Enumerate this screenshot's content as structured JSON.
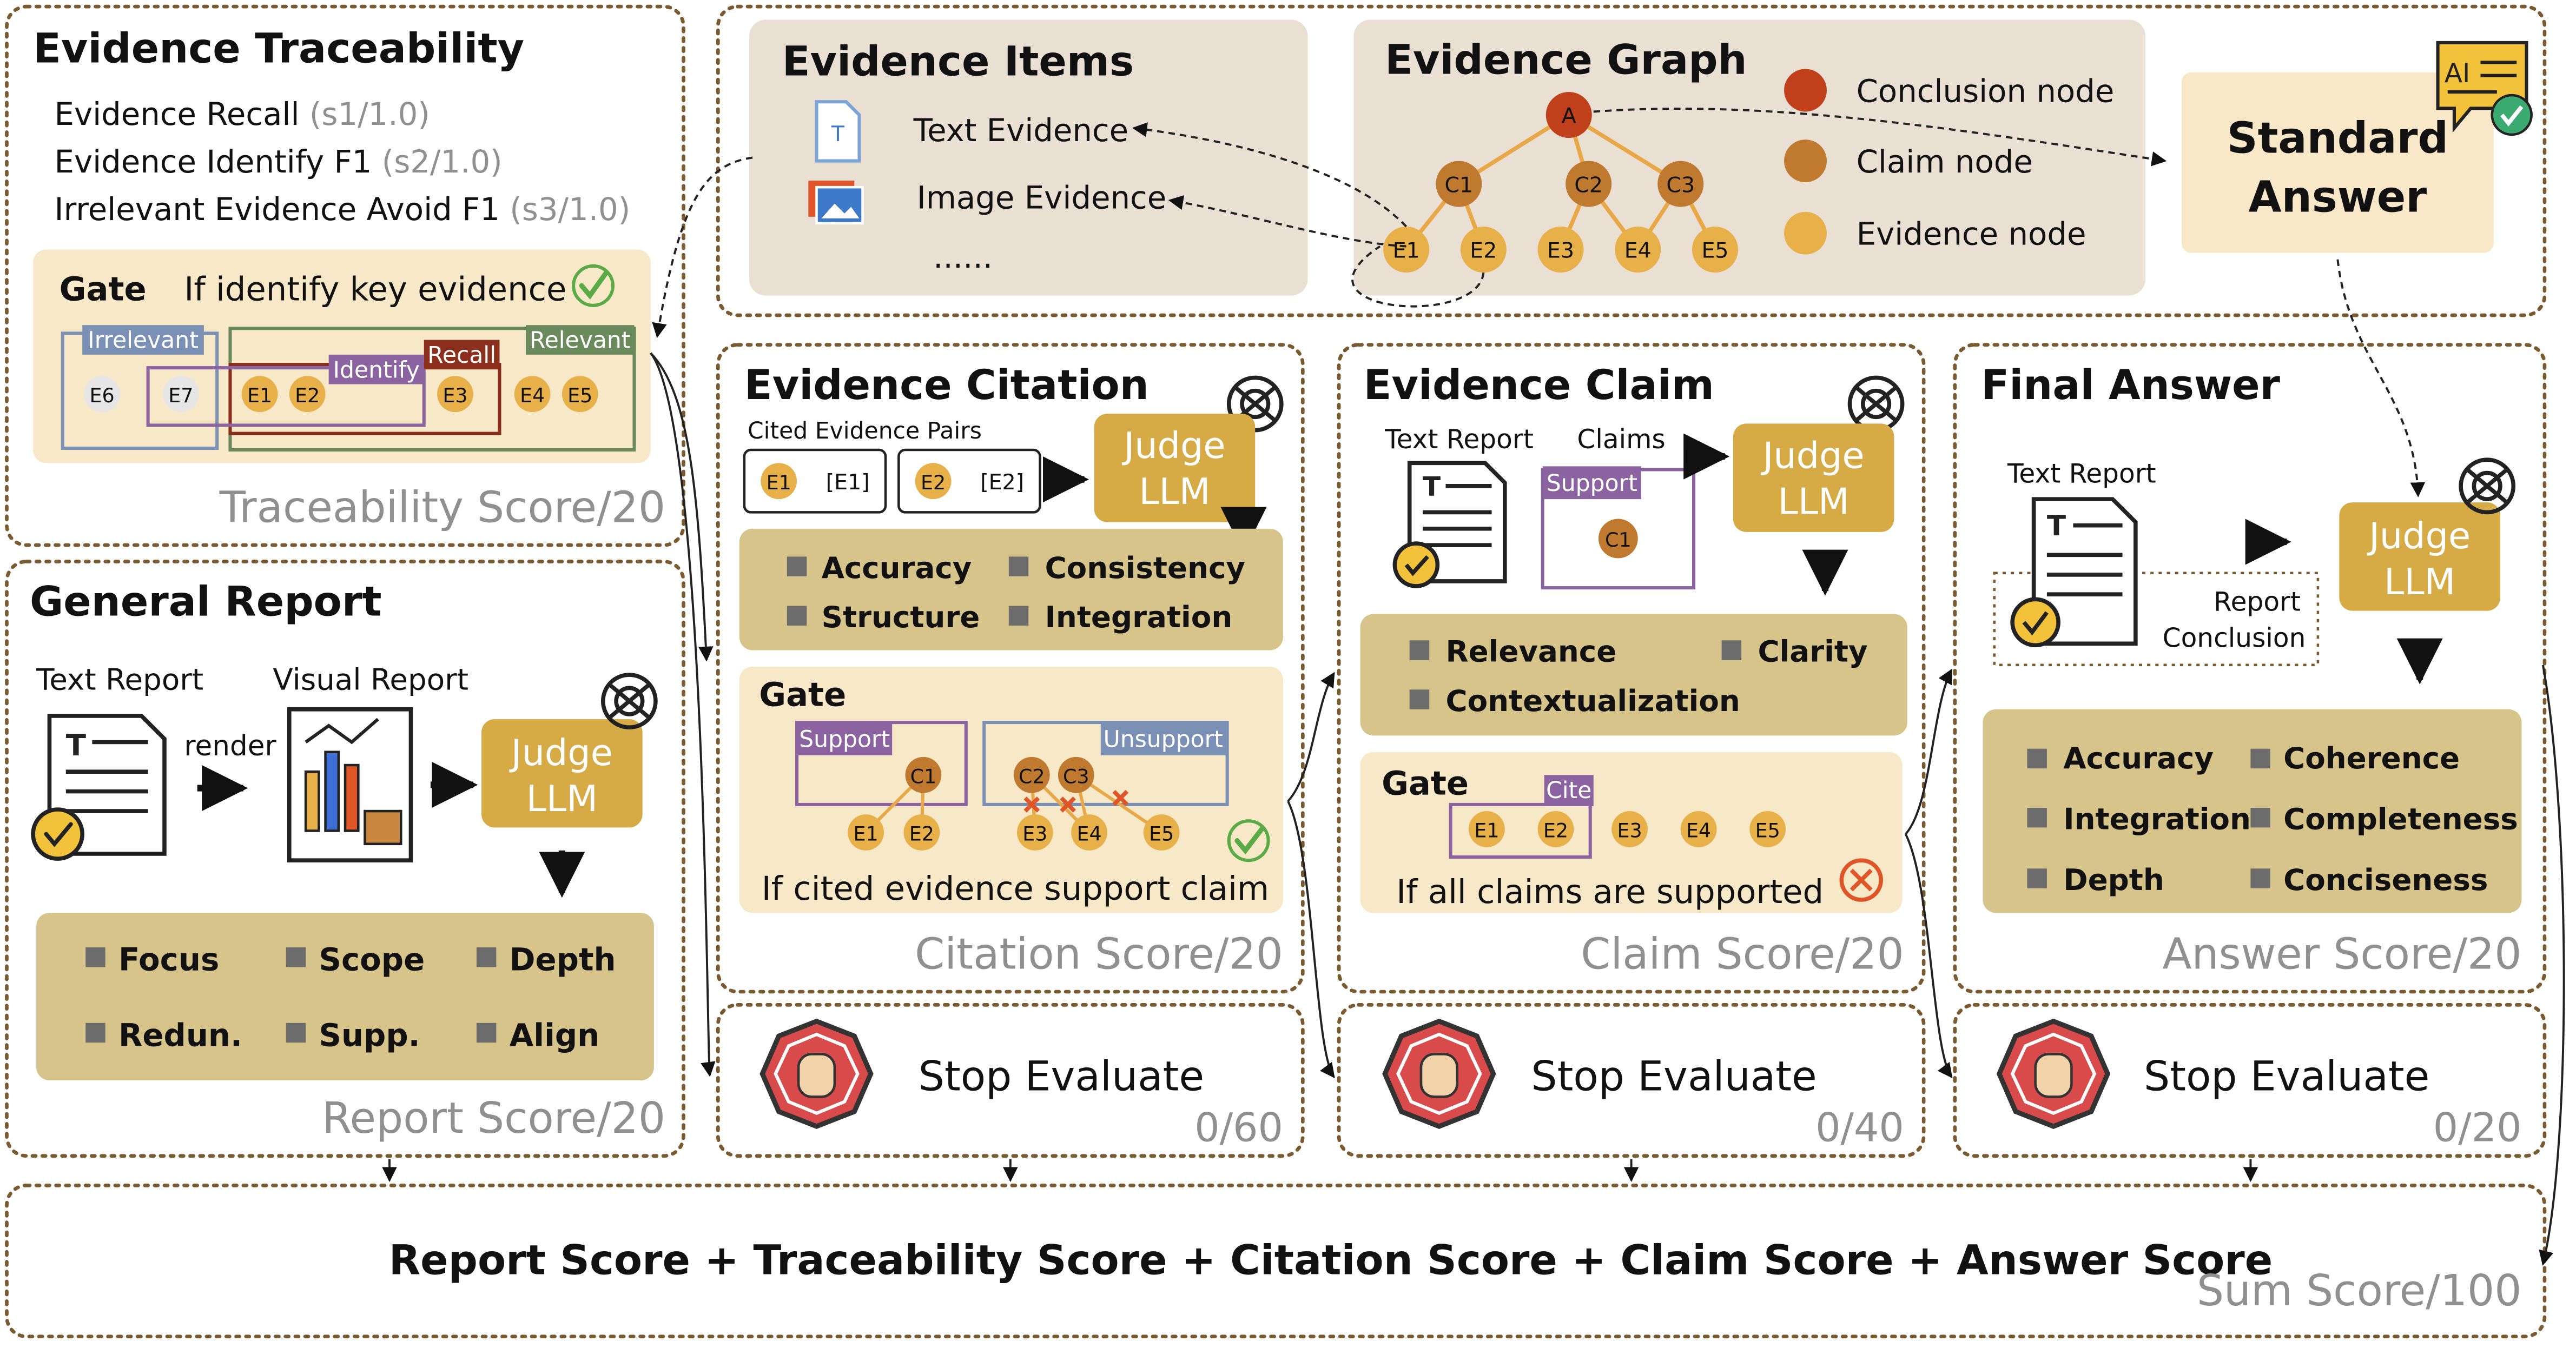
{
  "colors": {
    "frame": "#7a5a2e",
    "gold": "#d6aa45",
    "gold_text": "#ffffff",
    "beige": "#f7e8c8",
    "tan": "#d6c48a",
    "grey_panel": "#e9dfd2",
    "standard_bg": "#f8e8c8",
    "node_conclusion": "#c0401b",
    "node_claim": "#bf7a30",
    "node_evidence": "#e8b048",
    "grey_text": "#909090",
    "purple": "#8a63a0",
    "blue": "#7b90b5",
    "green": "#6a8a5c",
    "maroon": "#8b2e1c",
    "bullet": "#6c6c6c",
    "x_red": "#e05528",
    "check_green": "#5aaa45"
  },
  "traceability": {
    "title": "Evidence Traceability",
    "metrics": [
      {
        "label": "Evidence Recall",
        "score": "(s1/1.0)"
      },
      {
        "label": "Evidence Identify F1",
        "score": "(s2/1.0)"
      },
      {
        "label": "Irrelevant Evidence Avoid F1",
        "score": "(s3/1.0)"
      }
    ],
    "gate_label": "Gate",
    "gate_text": "If identify key evidence",
    "sets": {
      "irrelevant": "Irrelevant",
      "identify": "Identify",
      "recall": "Recall",
      "relevant": "Relevant"
    },
    "nodes": [
      "E6",
      "E7",
      "E1",
      "E2",
      "E3",
      "E4",
      "E5"
    ],
    "score_label": "Traceability Score/20"
  },
  "general_report": {
    "title": "General Report",
    "text_report": "Text Report",
    "visual_report": "Visual Report",
    "render": "render",
    "judge": [
      "Judge",
      "LLM"
    ],
    "criteria": [
      "Focus",
      "Scope",
      "Depth",
      "Redun.",
      "Supp.",
      "Align"
    ],
    "score_label": "Report Score/20"
  },
  "top": {
    "items_title": "Evidence Items",
    "items": [
      "Text Evidence",
      "Image Evidence",
      "......"
    ],
    "graph_title": "Evidence Graph",
    "nodes": {
      "conclusion": "A",
      "claims": [
        "C1",
        "C2",
        "C3"
      ],
      "evidence": [
        "E1",
        "E2",
        "E3",
        "E4",
        "E5"
      ]
    },
    "legend": [
      "Conclusion node",
      "Claim node",
      "Evidence node"
    ],
    "standard_answer": [
      "Standard",
      "Answer"
    ],
    "ai_icon_text": "AI"
  },
  "citation": {
    "title": "Evidence Citation",
    "pairs_label": "Cited Evidence Pairs",
    "pairs": [
      {
        "node": "E1",
        "ref": "[E1]"
      },
      {
        "node": "E2",
        "ref": "[E2]"
      }
    ],
    "judge": [
      "Judge",
      "LLM"
    ],
    "criteria": [
      "Accuracy",
      "Consistency",
      "Structure",
      "Integration"
    ],
    "gate_label": "Gate",
    "support_label": "Support",
    "unsupport_label": "Unsupport",
    "gate_text": "If cited evidence support claim",
    "score_label": "Citation Score/20",
    "stop_label": "Stop Evaluate",
    "stop_score": "0/60"
  },
  "claim": {
    "title": "Evidence Claim",
    "text_report": "Text Report",
    "claims_label": "Claims",
    "support_label": "Support",
    "claim_node": "C1",
    "judge": [
      "Judge",
      "LLM"
    ],
    "criteria": [
      "Relevance",
      "Clarity",
      "Contextualization"
    ],
    "gate_label": "Gate",
    "cite_label": "Cite",
    "gate_text": "If all claims are supported",
    "score_label": "Claim Score/20",
    "stop_label": "Stop Evaluate",
    "stop_score": "0/40"
  },
  "final": {
    "title": "Final Answer",
    "text_report": "Text Report",
    "conclusion_label": [
      "Report",
      "Conclusion"
    ],
    "judge": [
      "Judge",
      "LLM"
    ],
    "criteria": [
      "Accuracy",
      "Coherence",
      "Integration",
      "Completeness",
      "Depth",
      "Conciseness"
    ],
    "score_label": "Answer Score/20",
    "stop_label": "Stop Evaluate",
    "stop_score": "0/20"
  },
  "sum": {
    "formula": "Report Score + Traceability Score + Citation Score + Claim Score + Answer Score",
    "score_label": "Sum Score/100"
  }
}
